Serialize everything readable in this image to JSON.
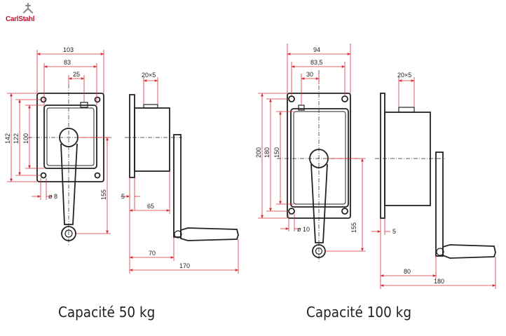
{
  "logo": {
    "text": "CarlStahl",
    "icon": "stahl-logo-icon",
    "color": "#c8102e"
  },
  "colors": {
    "line": "#222222",
    "dimension": "#d8303a"
  },
  "left_drawing": {
    "dims": {
      "w_103": "103",
      "w_83": "83",
      "w_25": "25",
      "shaft": "20×5",
      "h_142": "142",
      "h_122": "122",
      "h_100": "100",
      "hole": "ø 8",
      "crank": "155",
      "flange": "5",
      "depth_65": "65",
      "depth_70": "70",
      "depth_170": "170"
    },
    "caption": "Capacité 50 kg"
  },
  "right_drawing": {
    "dims": {
      "w_94": "94",
      "w_835": "83,5",
      "w_30": "30",
      "shaft": "20×5",
      "h_200": "200",
      "h_180": "180",
      "h_150": "150",
      "hole": "ø 10",
      "crank": "155",
      "flange": "5",
      "depth_80": "80",
      "depth_180": "180"
    },
    "caption": "Capacité 100 kg"
  }
}
